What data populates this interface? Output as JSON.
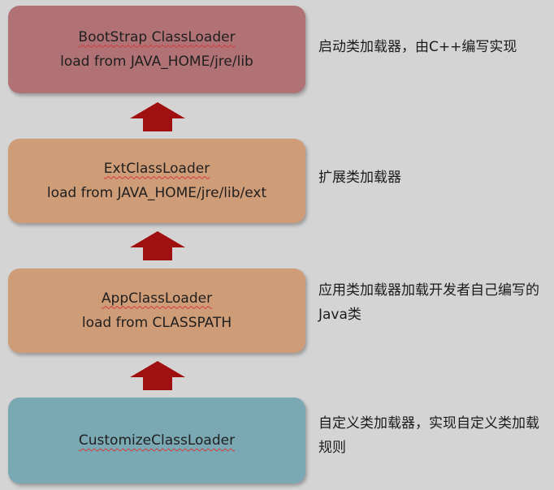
{
  "boxes": [
    {
      "title": "BootStrap ClassLoader",
      "subtitle": "load from JAVA_HOME/jre/lib",
      "note": "启动类加载器，由C++编写实现",
      "color": "#b07275"
    },
    {
      "title": "ExtClassLoader",
      "subtitle": "load from JAVA_HOME/jre/lib/ext",
      "note": "扩展类加载器",
      "color": "#cf9c78"
    },
    {
      "title": "AppClassLoader",
      "subtitle": "load from CLASSPATH",
      "note": "应用类加载器加载开发者自己编写的Java类",
      "color": "#cf9c78"
    },
    {
      "title": "CustomizeClassLoader",
      "subtitle": "",
      "note": "自定义类加载器，实现自定义类加载规则",
      "color": "#7aa8b3"
    }
  ],
  "arrow_color": "#a01010",
  "arrow_icon": "arrow-up-icon"
}
